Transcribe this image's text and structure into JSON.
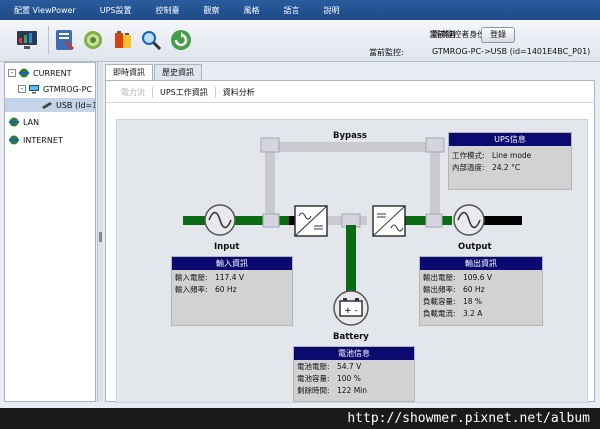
{
  "menubar": {
    "items": [
      "配置 ViewPower",
      "UPS設置",
      "控制臺",
      "觀察",
      "風格",
      "語言",
      "說明"
    ]
  },
  "toolbar": {
    "icons": [
      "monitor-chart-icon",
      "settings-tools-icon",
      "gear-green-icon",
      "battery-book-icon",
      "magnifier-icon",
      "refresh-icon"
    ],
    "monitor_identity_label": "當前監控者身份:",
    "monitor_identity_value": "觀察者",
    "login_label": "登錄",
    "current_monitor_label": "當前監控:",
    "current_monitor_value": "GTMROG-PC->USB (id=1401E4BC_P01)"
  },
  "sidebar": {
    "items": [
      {
        "label": "CURRENT",
        "icon": "network-icon",
        "expander": "-"
      },
      {
        "label": "GTMROG-PC",
        "icon": "computer-icon",
        "expander": "-"
      },
      {
        "label": "USB (Id=1-",
        "icon": "usb-icon",
        "selected": true
      },
      {
        "label": "LAN",
        "icon": "network-icon"
      },
      {
        "label": "INTERNET",
        "icon": "network-icon"
      }
    ]
  },
  "tabs": [
    {
      "label": "即時資訊",
      "active": true
    },
    {
      "label": "歷史資訊",
      "active": false
    }
  ],
  "subtabs": [
    {
      "label": "電力流",
      "disabled": true
    },
    {
      "label": "UPS工作資訊",
      "disabled": false
    },
    {
      "label": "資料分析",
      "disabled": false
    }
  ],
  "diagram": {
    "bypass_label": "Bypass",
    "input_label": "Input",
    "output_label": "Output",
    "battery_label": "Battery",
    "battery_symbol": "+ -",
    "colors": {
      "active_line": "#0a6b12",
      "inactive_line": "#c9c9cf",
      "dark_line": "#000000"
    },
    "ups_info": {
      "title": "UPS信息",
      "rows": [
        {
          "k": "工作模式:",
          "v": "Line mode"
        },
        {
          "k": "內部溫度:",
          "v": "24.2 °C"
        }
      ]
    },
    "input_info": {
      "title": "輸入資訊",
      "rows": [
        {
          "k": "輸入電壓:",
          "v": "117.4 V"
        },
        {
          "k": "輸入頻率:",
          "v": "60 Hz"
        }
      ]
    },
    "output_info": {
      "title": "輸出資訊",
      "rows": [
        {
          "k": "輸出電壓:",
          "v": "109.6 V"
        },
        {
          "k": "輸出頻率:",
          "v": "60 Hz"
        },
        {
          "k": "負載容量:",
          "v": "18 %"
        },
        {
          "k": "負載電流:",
          "v": "3.2 A"
        }
      ]
    },
    "battery_info": {
      "title": "電池信息",
      "rows": [
        {
          "k": "電池電壓:",
          "v": "54.7 V"
        },
        {
          "k": "電池容量:",
          "v": "100 %"
        },
        {
          "k": "剩餘時間:",
          "v": "122 Min"
        }
      ]
    }
  },
  "watermark": "http://showmer.pixnet.net/album"
}
